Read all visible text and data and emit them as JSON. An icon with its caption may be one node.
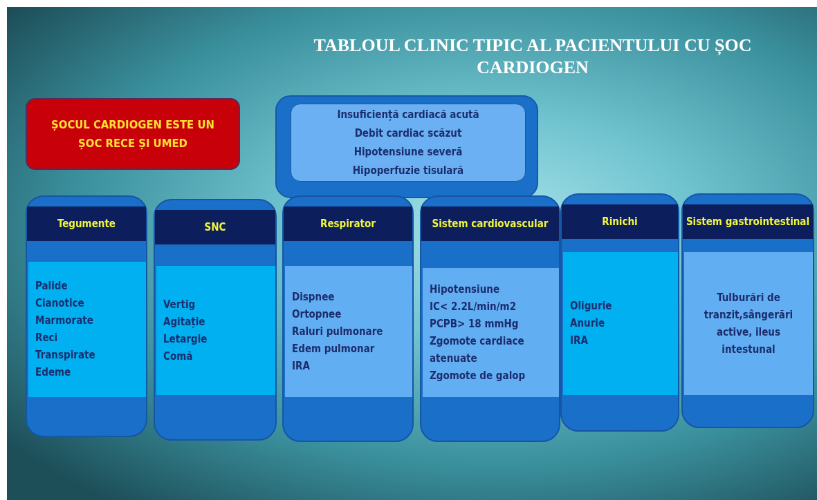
{
  "diagram": {
    "title": "TABLOUL CLINIC TIPIC AL PACIENTULUI CU ȘOC CARDIOGEN",
    "nodes": [
      {
        "text": [
          "ȘOCUL CARDIOGEN ESTE UN ȘOC RECE  ȘI UMED"
        ]
      },
      {
        "text": [
          "Insuficiență cardiacă acută",
          "Debit cardiac scăzut",
          "Hipotensiune severă",
          "Hipoperfuzie tisulară"
        ]
      },
      {
        "text": [
          "Tegumente",
          "Palide",
          "Cianotice",
          "Marmorate",
          "Reci",
          "Transpirate",
          "Edeme"
        ]
      },
      {
        "text": [
          "SNC",
          "Vertig",
          "Agitație",
          "Letargie",
          "Comă"
        ]
      },
      {
        "text": [
          "Respirator",
          "Dispnee",
          "Ortopnee",
          "Raluri pulmonare",
          "Edem pulmonar",
          "IRA"
        ]
      },
      {
        "text": [
          "Sistem cardiovascular",
          "Hipotensiune",
          "IC< 2.2L/min/m2",
          "PCPB> 18 mmHg",
          "Zgomote cardiace atenuate",
          "Zgomote de galop"
        ]
      },
      {
        "text": [
          "Rinichi",
          "Oligurie",
          "Anurie",
          "IRA"
        ]
      },
      {
        "text": [
          "Sistem gastrointestinal",
          "Tulburări de tranzit,sângerări active, ileus intestunal"
        ]
      }
    ],
    "edges": []
  }
}
